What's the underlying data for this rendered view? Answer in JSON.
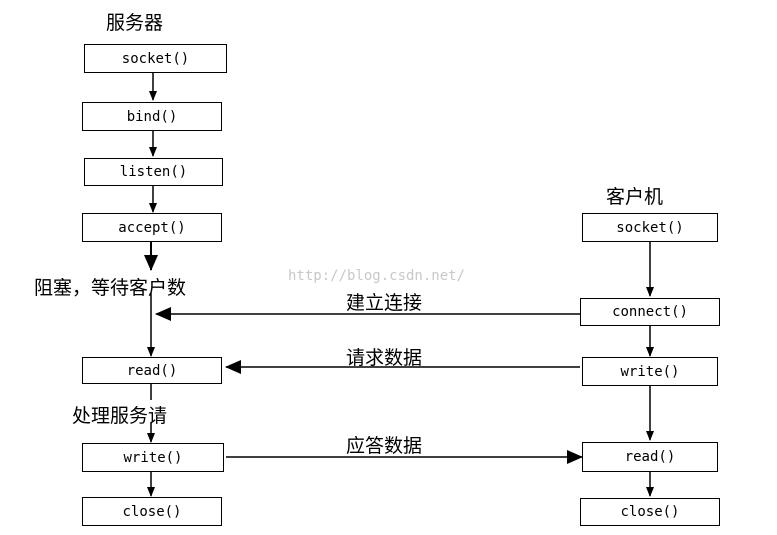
{
  "server": {
    "title": "服务器",
    "steps": [
      "socket()",
      "bind()",
      "listen()",
      "accept()",
      "read()",
      "write()",
      "close()"
    ],
    "notes": {
      "blocking": "阻塞，等待客户数",
      "processing": "处理服务请"
    }
  },
  "client": {
    "title": "客户机",
    "steps": [
      "socket()",
      "connect()",
      "write()",
      "read()",
      "close()"
    ]
  },
  "messages": {
    "establish": "建立连接",
    "request": "请求数据",
    "response": "应答数据"
  },
  "watermark": "http://blog.csdn.net/"
}
